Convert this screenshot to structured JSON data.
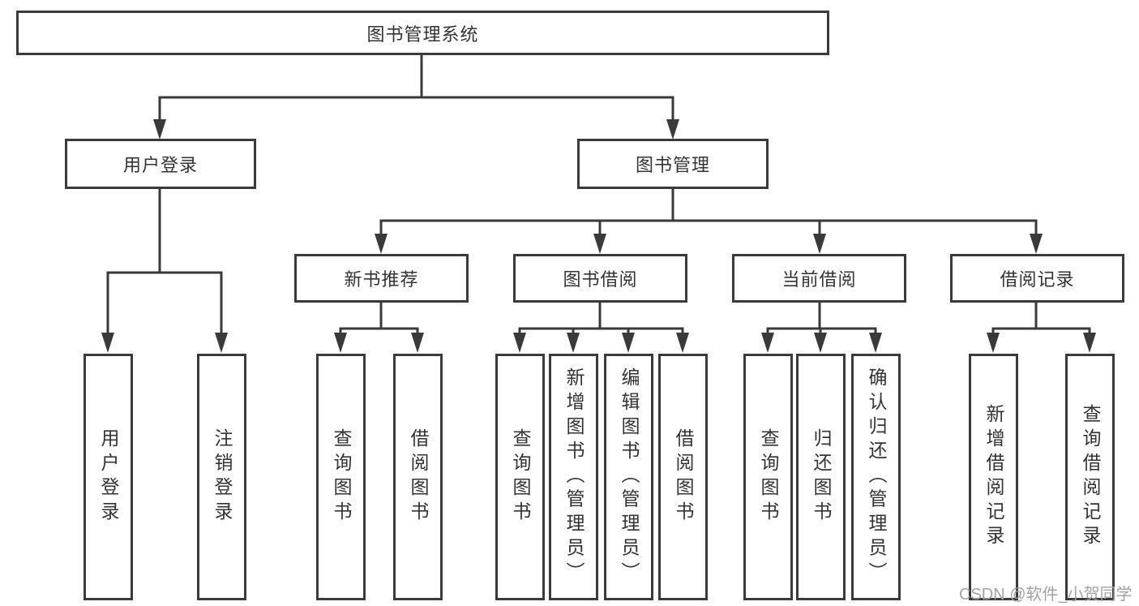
{
  "diagram": {
    "root": {
      "label": "图书管理系统"
    },
    "branches": [
      {
        "label": "用户登录",
        "children": [
          {
            "label": "用户登录"
          },
          {
            "label": "注销登录"
          }
        ]
      },
      {
        "label": "图书管理",
        "children": [
          {
            "label": "新书推荐",
            "children": [
              {
                "label": "查询图书"
              },
              {
                "label": "借阅图书"
              }
            ]
          },
          {
            "label": "图书借阅",
            "children": [
              {
                "label": "查询图书"
              },
              {
                "label": "新增图书（管理员）"
              },
              {
                "label": "编辑图书（管理员）"
              },
              {
                "label": "借阅图书"
              }
            ]
          },
          {
            "label": "当前借阅",
            "children": [
              {
                "label": "查询图书"
              },
              {
                "label": "归还图书"
              },
              {
                "label": "确认归还（管理员）"
              }
            ]
          },
          {
            "label": "借阅记录",
            "children": [
              {
                "label": "新增借阅记录"
              },
              {
                "label": "查询借阅记录"
              }
            ]
          }
        ]
      }
    ],
    "colors": {
      "line": "#3a3a3a",
      "box_border": "#3a3a3a",
      "box_fill": "#ffffff",
      "text": "#333333"
    }
  },
  "watermark": {
    "text": "CSDN @软件_小贺同学",
    "color": "#a2a2a2"
  }
}
